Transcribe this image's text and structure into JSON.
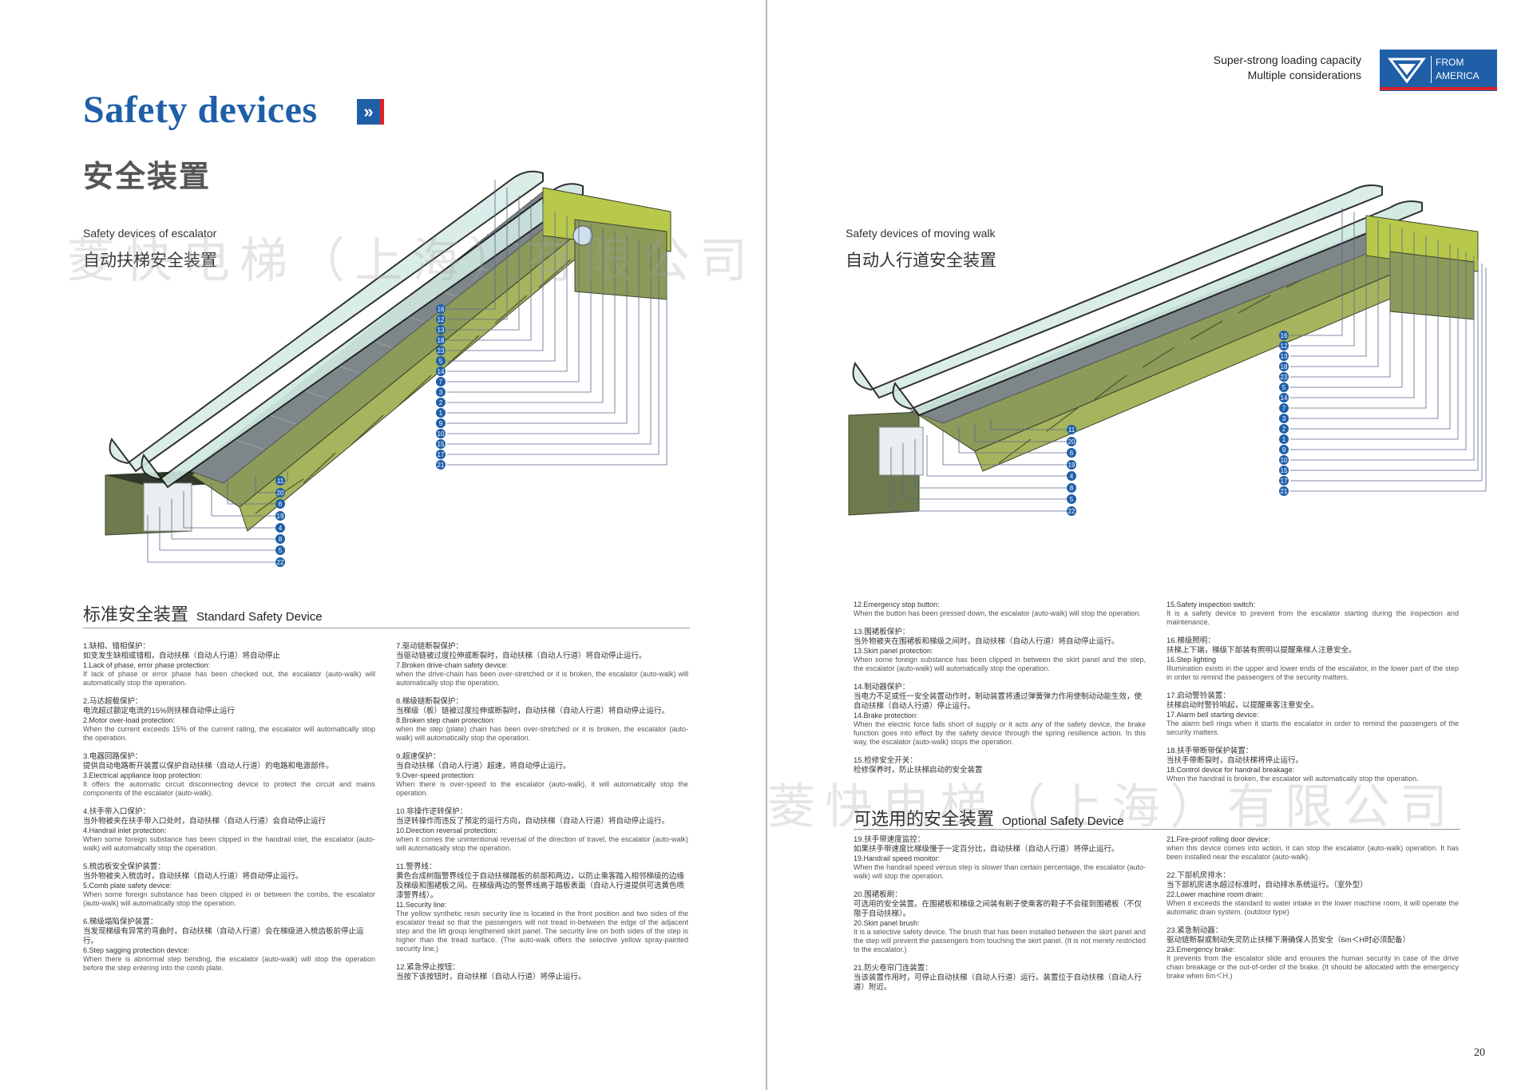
{
  "left": {
    "title_en": "Safety devices",
    "title_arrow": "»",
    "title_cn": "安全装置",
    "escalator_en": "Safety devices of escalator",
    "escalator_cn": "自动扶梯安全装置",
    "watermark": "菱快电梯（上海）有限公司",
    "section_cn": "标准安全装置",
    "section_en": "Standard Safety Device",
    "callouts_right": [
      "16",
      "12",
      "13",
      "18",
      "23",
      "5",
      "14",
      "7",
      "3",
      "2",
      "1",
      "9",
      "10",
      "15",
      "17",
      "21"
    ],
    "callouts_left": [
      "11",
      "20",
      "6",
      "19",
      "4",
      "8",
      "5",
      "22"
    ],
    "col1": [
      {
        "cn": "1.缺相、错相保护：",
        "cn2": "如变发生缺相或错相，自动扶梯（自动人行道）将自动停止",
        "en_head": "1.Lack of phase, error phase protection:",
        "en": "If lack of phase or error phase has been checked out, the escalator (auto-walk) will automatically stop the operation."
      },
      {
        "cn": "2.马达超载保护：",
        "cn2": "电流超过额定电流的15%则扶梯自动停止运行",
        "en_head": "2.Motor over-load protection:",
        "en": "When the current exceeds 15% of the current rating, the escalator will automatically stop the operation."
      },
      {
        "cn": "3.电器回路保护：",
        "cn2": "提供自动电路断开装置以保护自动扶梯（自动人行道）的电路和电源部件。",
        "en_head": "3.Electrical appliance loop protection:",
        "en": "It offers the automatic circuit disconnecting device to protect the circuit and mains components of the escalator (auto-walk)."
      },
      {
        "cn": "4.扶手带入口保护：",
        "cn2": "当外物被夹在扶手带入口处时，自动扶梯（自动人行道）会自动停止运行",
        "en_head": "4.Handrail inlet protection:",
        "en": "When some foreign substance has been clipped in the handrail inlet, the escalator (auto-walk) will automatically stop the operation."
      },
      {
        "cn": "5.梳齿板安全保护装置：",
        "cn2": "当外物被夹入梳齿时，自动扶梯（自动人行道）将自动停止运行。",
        "en_head": "5.Comb plate safety device:",
        "en": "When some foreign substance has been clipped in or between the combs, the escalator (auto-walk) will automatically stop the operation."
      },
      {
        "cn": "6.梯级塌陷保护装置：",
        "cn2": "当发现梯级有异常的弯曲时，自动扶梯（自动人行道）会在梯级进入梳齿板前停止运行。",
        "en_head": "6.Step sagging protection device:",
        "en": "When there is abnormal step bending, the escalator (auto-walk) will stop the operation before the step entering into the comb plate."
      }
    ],
    "col2": [
      {
        "cn": "7.驱动链断裂保护：",
        "cn2": "当驱动链被过度拉伸或断裂时，自动扶梯（自动人行道）将自动停止运行。",
        "en_head": "7.Broken drive-chain safety device:",
        "en": "when the drive-chain has been over-stretched or it is broken, the escalator (auto-walk) will automatically stop the operation."
      },
      {
        "cn": "8.梯级链断裂保护：",
        "cn2": "当梯级（板）链被过度拉伸或断裂时，自动扶梯（自动人行道）将自动停止运行。",
        "en_head": "8.Broken step chain protection:",
        "en": "when the step (plate) chain has been over-stretched or it is broken, the escalator (auto-walk) will automatically stop the operation."
      },
      {
        "cn": "9.超速保护：",
        "cn2": "当自动扶梯（自动人行道）超速，将自动停止运行。",
        "en_head": "9.Over-speed protection:",
        "en": "When there is over-speed to the escalator (auto-walk), it will automatically stop the operation."
      },
      {
        "cn": "10.非操作逆转保护：",
        "cn2": "当逆转操作而违反了预定的运行方向，自动扶梯（自动人行道）将自动停止运行。",
        "en_head": "10.Direction reversal protection:",
        "en": "when it comes the unintentional reversal of the direction of travel, the escalator (auto-walk) will automatically stop the operation."
      },
      {
        "cn": "11.警界线：",
        "cn2": "黄色合成树脂警界线位于自动扶梯踏板的前部和两边，以防止乘客踏入相邻梯级的边缘及梯级和围裙板之间。在梯级两边的警界线高于踏板表面（自动人行道提供可选黄色喷漆警界线）。",
        "en_head": "11.Security line:",
        "en": "The yellow synthetic resin security line is located in the front position and two sides of the escalator tread so that the passengers will not tread in-between the edge of the adjacent step and the lift group lengthened skirt panel. The security line on both sides of the step is higher than the tread surface. (The auto-walk offers the selective yellow spray-painted security line.)"
      },
      {
        "cn": "12.紧急停止按钮：",
        "cn2": "当按下该按钮时，自动扶梯（自动人行道）将停止运行。",
        "en_head": "",
        "en": ""
      }
    ]
  },
  "right": {
    "tagline_1": "Super-strong loading capacity",
    "tagline_2": "Multiple considerations",
    "logo_line1": "FROM",
    "logo_line2": "AMERICA",
    "walk_en": "Safety devices of moving walk",
    "walk_cn": "自动人行道安全装置",
    "watermark": "菱快电梯（上海）有限公司",
    "callouts_right": [
      "16",
      "12",
      "13",
      "18",
      "23",
      "5",
      "14",
      "7",
      "3",
      "2",
      "1",
      "9",
      "10",
      "15",
      "17",
      "21"
    ],
    "callouts_left": [
      "11",
      "20",
      "6",
      "19",
      "4",
      "8",
      "5",
      "22"
    ],
    "top_col1": [
      {
        "cn": "",
        "cn2": "",
        "en_head": "12.Emergency stop button:",
        "en": "When the button has been pressed down, the escalator (auto-walk) will stop the operation."
      },
      {
        "cn": "13.围裙板保护：",
        "cn2": "当外物被夹在围裙板和梯级之间时，自动扶梯（自动人行道）将自动停止运行。",
        "en_head": "13.Skirt panel protection:",
        "en": "When some foreign substance has been clipped in between the skirt panel and the step, the escalator (auto-walk) will automatically stop the operation."
      },
      {
        "cn": "14.制动器保护：",
        "cn2": "当电力不足或任一安全装置动作时，制动装置将通过弹簧弹力作用使制动动能生效，使自动扶梯（自动人行道）停止运行。",
        "en_head": "14.Brake protection:",
        "en": "When the electric force falls short of supply or it acts any of the safety device, the brake function goes into effect by the safety device through the spring resilience action. In this way, the escalator (auto-walk) stops the operation."
      },
      {
        "cn": "15.检修安全开关：",
        "cn2": "检修保养时，防止扶梯启动的安全装置",
        "en_head": "",
        "en": ""
      }
    ],
    "top_col2": [
      {
        "cn": "",
        "cn2": "",
        "en_head": "15.Safety inspection switch:",
        "en": "It is a safety device to prevent from the escalator starting during the inspection and maintenance."
      },
      {
        "cn": "16.梯级照明：",
        "cn2": "扶梯上下端，梯级下部装有照明以提醒乘梯人注意安全。",
        "en_head": "16.Step lighting",
        "en": "Illumination exists in the upper and lower ends of the escalator, in the lower part of the step in order to remind the passengers of the security matters."
      },
      {
        "cn": "17.启动警铃装置：",
        "cn2": "扶梯启动时警铃响起，以提醒乘客注意安全。",
        "en_head": "17.Alarm bell starting device:",
        "en": "The alarm bell rings when it starts the escalator in order to remind the passengers of the security matters."
      },
      {
        "cn": "18.扶手带断带保护装置：",
        "cn2": "当扶手带断裂时，自动扶梯将停止运行。",
        "en_head": "18.Control device for handrail breakage:",
        "en": "When the handrail is broken, the escalator will automatically stop the operation."
      }
    ],
    "section_cn": "可选用的安全装置",
    "section_en": "Optional Safety Device",
    "bot_col1": [
      {
        "cn": "19.扶手带速度监控：",
        "cn2": "如果扶手带速度比梯级慢于一定百分比，自动扶梯（自动人行道）将停止运行。",
        "en_head": "19.Handrail speed monitor:",
        "en": "When the handrail speed versus step is slower than certain percentage, the escalator (auto-walk) will stop the operation."
      },
      {
        "cn": "20.围裙板刷：",
        "cn2": "可选用的安全装置。在围裙板和梯级之间装有刷子使乘客的鞋子不会碰到围裙板（不仅限于自动扶梯）。",
        "en_head": "20.Skirt panel brush:",
        "en": "It is a selective safety device. The brush that has been installed between the skirt panel and the step will prevent the passengers from touching the skirt panel. (It is not merely restricted to the escalator.)"
      },
      {
        "cn": "21.防火卷帘门连装置：",
        "cn2": "当该装置作用时，可停止自动扶梯（自动人行道）运行。装置位于自动扶梯（自动人行道）附近。",
        "en_head": "",
        "en": ""
      }
    ],
    "bot_col2": [
      {
        "cn": "",
        "cn2": "",
        "en_head": "21.Fire-proof rolling door device:",
        "en": "when this device comes into action, it can stop the escalator (auto-walk) operation. It has been installed near the escalator (auto-walk)."
      },
      {
        "cn": "22.下部机房排水：",
        "cn2": "当下部机房进水超过标准时，自动排水系统运行。（室外型）",
        "en_head": "22.Lower machine room drain:",
        "en": "When it exceeds the standard to water intake in the lower machine room, it will operate the automatic drain system. (outdoor type)"
      },
      {
        "cn": "23.紧急制动器：",
        "cn2": "驱动链断裂或制动失灵防止扶梯下滑确保人员安全（6m＜H时必须配备）",
        "en_head": "23.Emergency brake:",
        "en": "It prevents from the escalator slide and ensures the human security in case of the drive chain breakage or the out-of-order of the brake. (It should be allocated with the emergency brake when 6m＜H.)"
      }
    ],
    "page_number": "20"
  },
  "colors": {
    "brand_blue": "#1f5fa8",
    "accent_red": "#d8232a",
    "truss_green": "#b8c84a",
    "glass": "#cfe8e0"
  }
}
